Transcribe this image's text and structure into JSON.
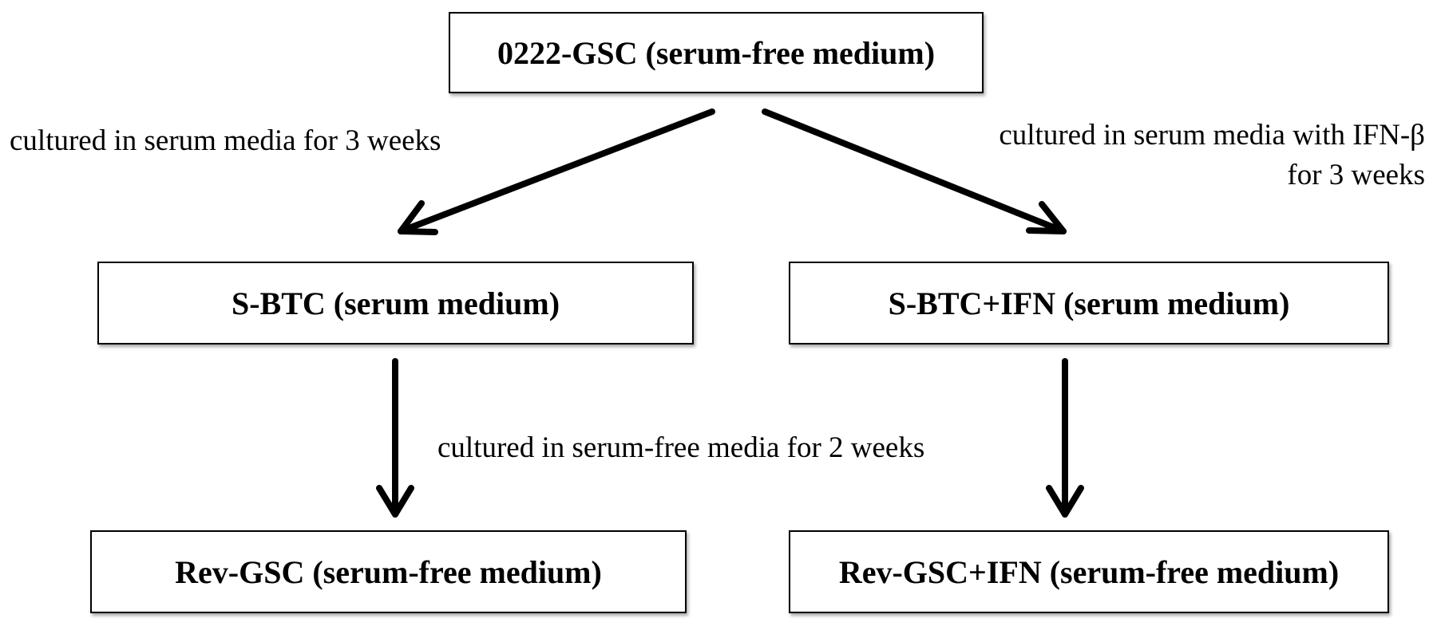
{
  "nodes": {
    "root": "0222-GSC (serum-free medium)",
    "sbtc": "S-BTC (serum medium)",
    "sbtc_ifn": "S-BTC+IFN (serum medium)",
    "rev_gsc": "Rev-GSC (serum-free medium)",
    "rev_gsc_ifn": "Rev-GSC+IFN (serum-free medium)"
  },
  "edge_labels": {
    "left": "cultured in serum media for 3 weeks",
    "right_line1": "cultured in serum media with IFN-β",
    "right_line2": "for 3 weeks",
    "middle": "cultured in serum-free media for 2 weeks"
  },
  "colors": {
    "stroke": "#000000",
    "background": "#ffffff"
  }
}
